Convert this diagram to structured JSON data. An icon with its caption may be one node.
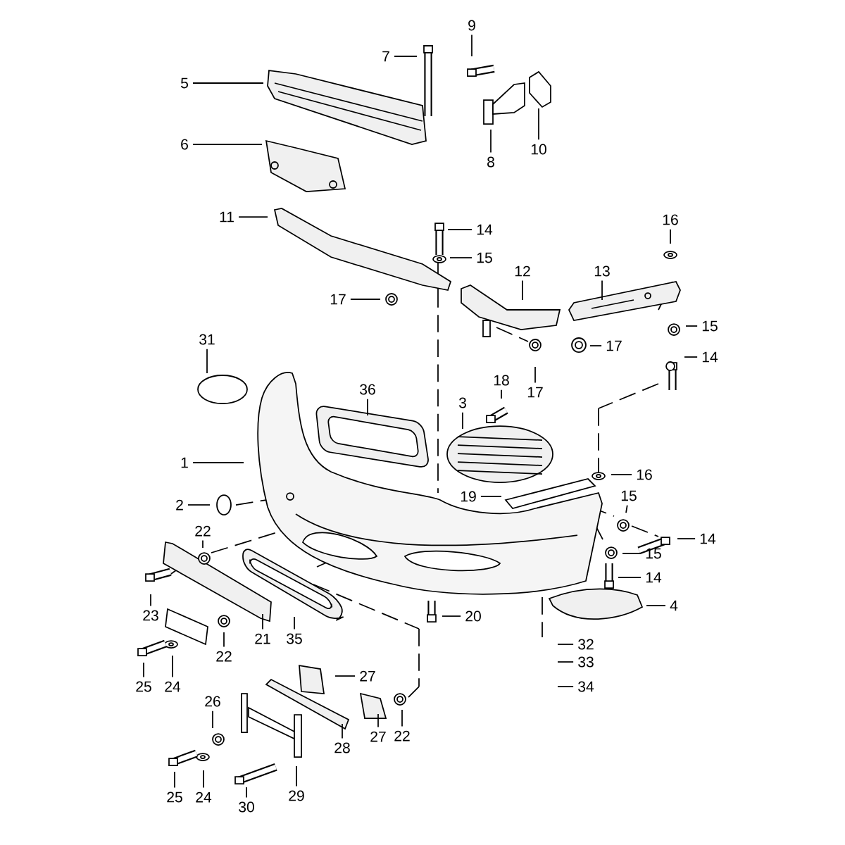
{
  "diagram": {
    "nodes": [
      {
        "text": [
          "9"
        ]
      },
      {
        "text": [
          "7"
        ]
      },
      {
        "text": [
          "5"
        ]
      },
      {
        "text": [
          "6"
        ]
      },
      {
        "text": [
          "10"
        ]
      },
      {
        "text": [
          "8"
        ]
      },
      {
        "text": [
          "11"
        ]
      },
      {
        "text": [
          "16"
        ]
      },
      {
        "text": [
          "14"
        ]
      },
      {
        "text": [
          "15"
        ]
      },
      {
        "text": [
          "12"
        ]
      },
      {
        "text": [
          "13"
        ]
      },
      {
        "text": [
          "17"
        ]
      },
      {
        "text": [
          "15"
        ]
      },
      {
        "text": [
          "17"
        ]
      },
      {
        "text": [
          "14"
        ]
      },
      {
        "text": [
          "31"
        ]
      },
      {
        "text": [
          "18"
        ]
      },
      {
        "text": [
          "17"
        ]
      },
      {
        "text": [
          "36"
        ]
      },
      {
        "text": [
          "3"
        ]
      },
      {
        "text": [
          "1"
        ]
      },
      {
        "text": [
          "16"
        ]
      },
      {
        "text": [
          "15"
        ]
      },
      {
        "text": [
          "19"
        ]
      },
      {
        "text": [
          "2"
        ]
      },
      {
        "text": [
          "22"
        ]
      },
      {
        "text": [
          "14"
        ]
      },
      {
        "text": [
          "15"
        ]
      },
      {
        "text": [
          "14"
        ]
      },
      {
        "text": [
          "23"
        ]
      },
      {
        "text": [
          "4"
        ]
      },
      {
        "text": [
          "20"
        ]
      },
      {
        "text": [
          "35"
        ]
      },
      {
        "text": [
          "21"
        ]
      },
      {
        "text": [
          "22"
        ]
      },
      {
        "text": [
          "32"
        ]
      },
      {
        "text": [
          "33"
        ]
      },
      {
        "text": [
          "24"
        ]
      },
      {
        "text": [
          "25"
        ]
      },
      {
        "text": [
          "27"
        ]
      },
      {
        "text": [
          "34"
        ]
      },
      {
        "text": [
          "26"
        ]
      },
      {
        "text": [
          "27"
        ]
      },
      {
        "text": [
          "22"
        ]
      },
      {
        "text": [
          "28"
        ]
      },
      {
        "text": [
          "24"
        ]
      },
      {
        "text": [
          "25"
        ]
      },
      {
        "text": [
          "29"
        ]
      },
      {
        "text": [
          "30"
        ]
      }
    ],
    "edges": [
      {
        "from": 0,
        "to": null,
        "arrow": "none"
      },
      {
        "from": 1,
        "to": null,
        "arrow": "none"
      },
      {
        "from": 2,
        "to": null,
        "arrow": "none"
      },
      {
        "from": 3,
        "to": null,
        "arrow": "none"
      },
      {
        "from": 4,
        "to": null,
        "arrow": "none"
      },
      {
        "from": 5,
        "to": null,
        "arrow": "none"
      },
      {
        "from": 6,
        "to": null,
        "arrow": "none"
      },
      {
        "from": 7,
        "to": null,
        "arrow": "none"
      },
      {
        "from": 8,
        "to": null,
        "arrow": "none"
      },
      {
        "from": 9,
        "to": null,
        "arrow": "none"
      },
      {
        "from": 10,
        "to": null,
        "arrow": "none"
      },
      {
        "from": 11,
        "to": null,
        "arrow": "none"
      },
      {
        "from": 12,
        "to": null,
        "arrow": "none"
      },
      {
        "from": 13,
        "to": null,
        "arrow": "none"
      },
      {
        "from": 14,
        "to": null,
        "arrow": "none"
      },
      {
        "from": 15,
        "to": null,
        "arrow": "none"
      },
      {
        "from": 16,
        "to": null,
        "arrow": "none"
      },
      {
        "from": 17,
        "to": null,
        "arrow": "none"
      },
      {
        "from": 18,
        "to": null,
        "arrow": "none"
      },
      {
        "from": 19,
        "to": null,
        "arrow": "none"
      },
      {
        "from": 20,
        "to": null,
        "arrow": "none"
      },
      {
        "from": 21,
        "to": null,
        "arrow": "none"
      },
      {
        "from": 22,
        "to": null,
        "arrow": "none"
      },
      {
        "from": 23,
        "to": null,
        "arrow": "none"
      },
      {
        "from": 24,
        "to": null,
        "arrow": "none"
      },
      {
        "from": 25,
        "to": null,
        "arrow": "none"
      },
      {
        "from": 26,
        "to": null,
        "arrow": "none"
      },
      {
        "from": 27,
        "to": null,
        "arrow": "none"
      },
      {
        "from": 28,
        "to": null,
        "arrow": "none"
      },
      {
        "from": 29,
        "to": null,
        "arrow": "none"
      },
      {
        "from": 30,
        "to": null,
        "arrow": "none"
      },
      {
        "from": 31,
        "to": null,
        "arrow": "none"
      },
      {
        "from": 32,
        "to": null,
        "arrow": "none"
      },
      {
        "from": 33,
        "to": null,
        "arrow": "none"
      },
      {
        "from": 34,
        "to": null,
        "arrow": "none"
      },
      {
        "from": 35,
        "to": null,
        "arrow": "none"
      },
      {
        "from": 36,
        "to": null,
        "arrow": "none"
      },
      {
        "from": 37,
        "to": null,
        "arrow": "none"
      },
      {
        "from": 38,
        "to": null,
        "arrow": "none"
      },
      {
        "from": 39,
        "to": null,
        "arrow": "none"
      },
      {
        "from": 40,
        "to": null,
        "arrow": "none"
      },
      {
        "from": 41,
        "to": null,
        "arrow": "none"
      },
      {
        "from": 42,
        "to": null,
        "arrow": "none"
      },
      {
        "from": 43,
        "to": null,
        "arrow": "none"
      },
      {
        "from": 44,
        "to": null,
        "arrow": "none"
      },
      {
        "from": 45,
        "to": null,
        "arrow": "none"
      },
      {
        "from": 46,
        "to": null,
        "arrow": "none"
      },
      {
        "from": 47,
        "to": null,
        "arrow": "none"
      },
      {
        "from": 48,
        "to": null,
        "arrow": "none"
      },
      {
        "from": 49,
        "to": null,
        "arrow": "none"
      }
    ]
  }
}
